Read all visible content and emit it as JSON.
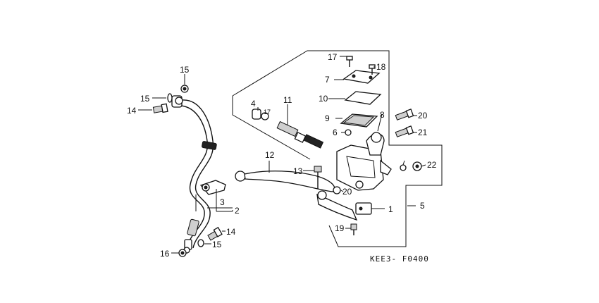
{
  "diagram": {
    "code": "KEE3- F0400",
    "callouts": [
      "1",
      "2",
      "3",
      "4",
      "5",
      "6",
      "7",
      "8",
      "9",
      "10",
      "11",
      "12",
      "13",
      "14",
      "14",
      "15",
      "15",
      "15",
      "16",
      "17",
      "17",
      "18",
      "19",
      "20",
      "20",
      "21",
      "22"
    ]
  }
}
